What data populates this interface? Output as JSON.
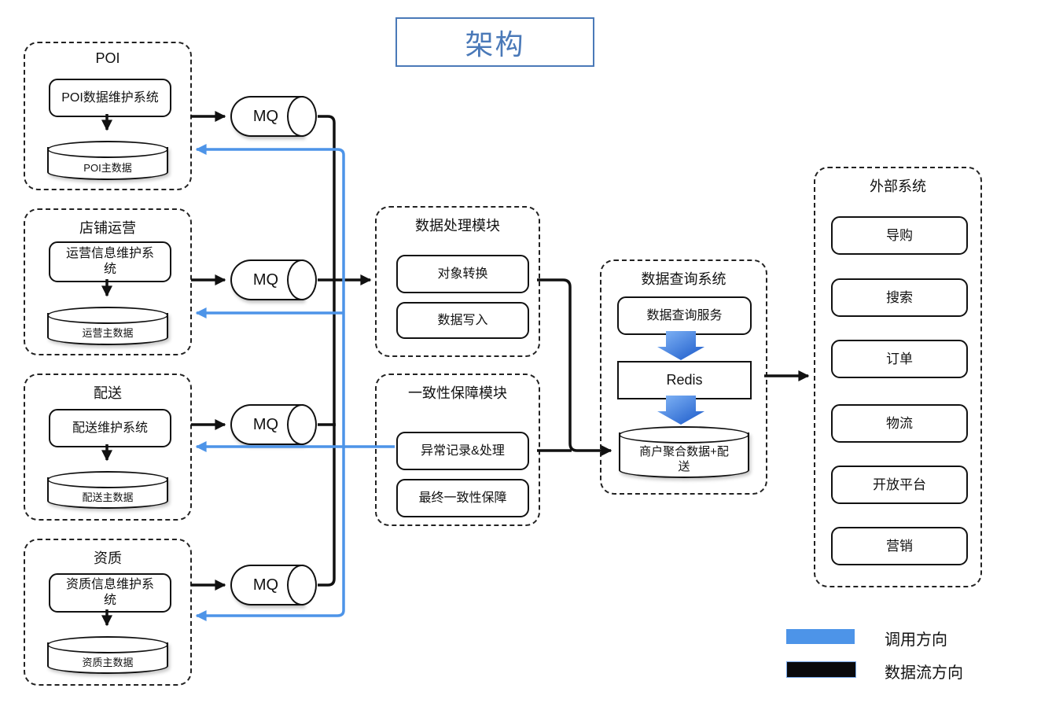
{
  "title": "架构",
  "mq_label": "MQ",
  "source_groups": [
    {
      "name": "POI",
      "system": "POI数据维护系统",
      "database": "POI主数据"
    },
    {
      "name": "店铺运营",
      "system": "运营信息维护系统",
      "database": "运营主数据"
    },
    {
      "name": "配送",
      "system": "配送维护系统",
      "database": "配送主数据"
    },
    {
      "name": "资质",
      "system": "资质信息维护系统",
      "database": "资质主数据"
    }
  ],
  "processing_module": {
    "title": "数据处理模块",
    "items": [
      "对象转换",
      "数据写入"
    ]
  },
  "consistency_module": {
    "title": "一致性保障模块",
    "items": [
      "异常记录&处理",
      "最终一致性保障"
    ]
  },
  "query_system": {
    "title": "数据查询系统",
    "service": "数据查询服务",
    "cache": "Redis",
    "database": "商户聚合数据+配送"
  },
  "external_systems": {
    "title": "外部系统",
    "items": [
      "导购",
      "搜索",
      "订单",
      "物流",
      "开放平台",
      "营销"
    ]
  },
  "legend": [
    {
      "color": "#4d94e8",
      "label": "调用方向"
    },
    {
      "color": "#0a0a0c",
      "label": "数据流方向"
    }
  ],
  "colors": {
    "call_direction": "#4d94e8",
    "data_flow": "#111111",
    "title_blue": "#4a79b8"
  }
}
